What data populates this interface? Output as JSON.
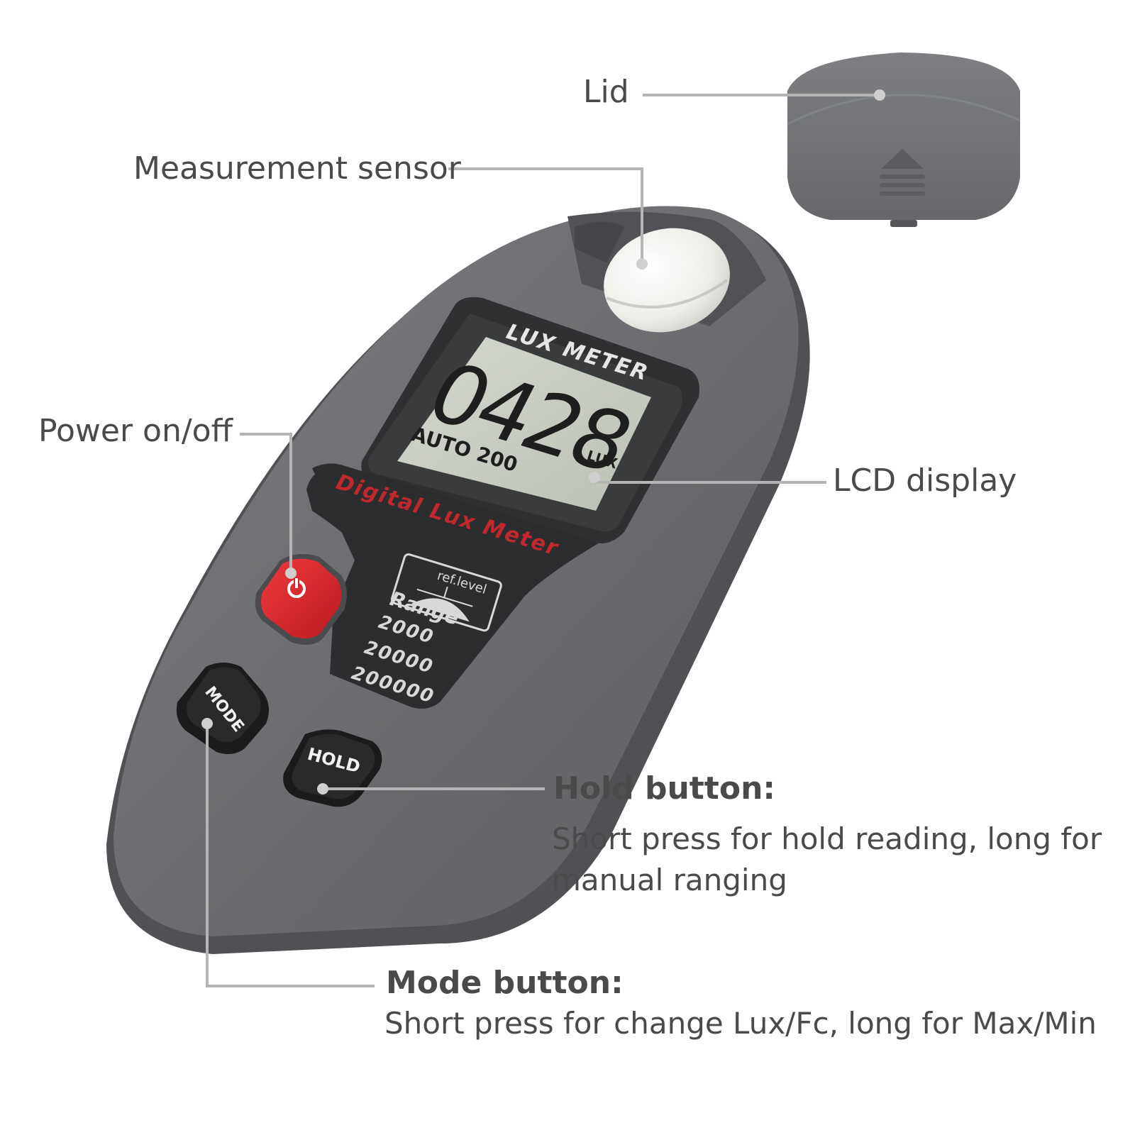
{
  "callouts": {
    "lid": "Lid",
    "sensor": "Measurement sensor",
    "power": "Power on/off",
    "lcd": "LCD display",
    "hold_title": "Hold button:",
    "hold_desc": "Short press for hold reading, long for manual ranging",
    "mode_title": "Mode button:",
    "mode_desc": "Short press for change Lux/Fc, long for Max/Min"
  },
  "device": {
    "brand_label": "LUX METER",
    "reading": "0428",
    "mode_text": "AUTO 200",
    "unit": "LUX",
    "product_name": "Digital Lux Meter",
    "ref_level": "ref.level",
    "range_title": "Range",
    "ranges": [
      "2000",
      "20000",
      "200000"
    ],
    "mode_button": "MODE",
    "hold_button": "HOLD"
  },
  "colors": {
    "body": "#6b6d70",
    "dark_panel": "#2a2a2c",
    "lcd": "#c9cdc3",
    "power_button": "#d9232b",
    "accent_text": "#c0282e",
    "leader_line": "#b5b5b5"
  },
  "icons": [
    "power-icon",
    "eject-icon"
  ]
}
